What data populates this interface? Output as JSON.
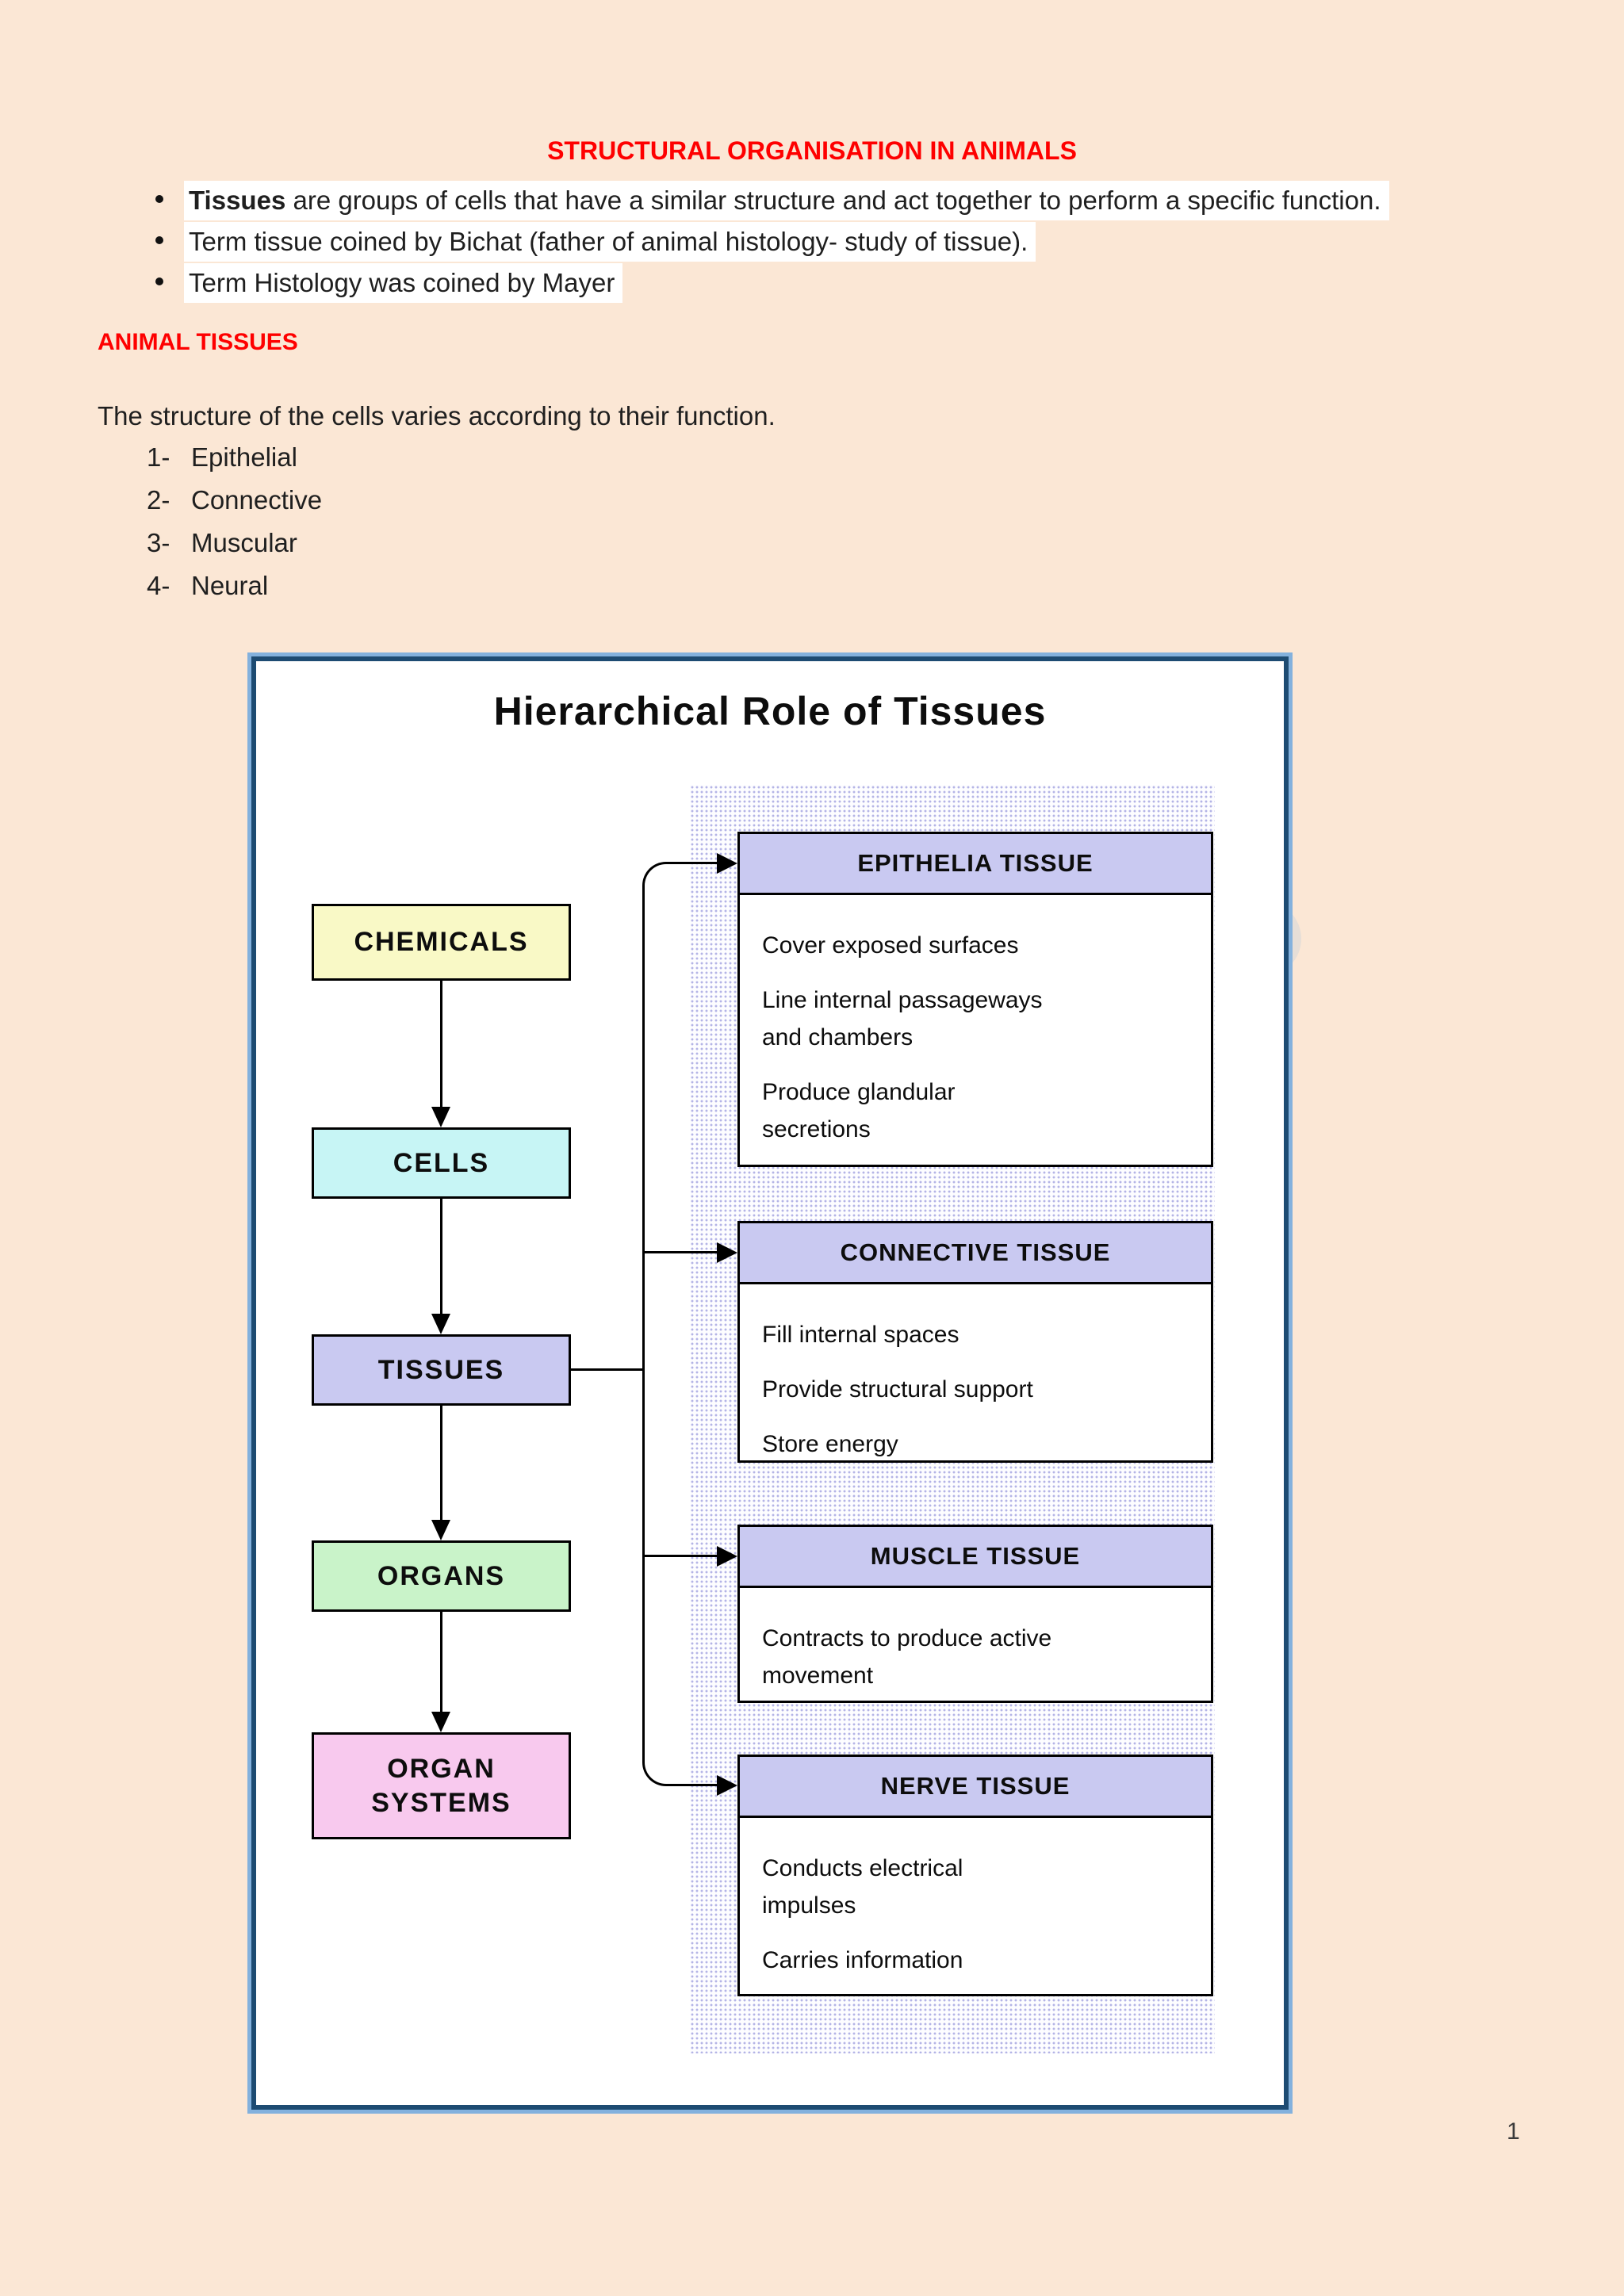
{
  "page": {
    "bg": "#fbe7d5",
    "accent_red": "#fe0000",
    "title": "STRUCTURAL ORGANISATION IN ANIMALS",
    "bullets": [
      {
        "lead": "Tissues",
        "rest": " are groups of cells that have a similar structure and act together to perform a specific function."
      },
      {
        "lead": "",
        "rest": "Term tissue coined by Bichat (father of animal histology- study of tissue)."
      },
      {
        "lead": "",
        "rest": "Term Histology was coined by Mayer"
      }
    ],
    "section_heading": "ANIMAL TISSUES",
    "intro": "The structure of the cells varies according to their function.",
    "tissue_list": [
      {
        "num": "1-",
        "label": "Epithelial"
      },
      {
        "num": "2-",
        "label": "Connective"
      },
      {
        "num": "3-",
        "label": "Muscular"
      },
      {
        "num": "4-",
        "label": "Neural"
      }
    ],
    "page_number": "1"
  },
  "diagram": {
    "title": "Hierarchical Role of Tissues",
    "colors": {
      "header_fill": "#c9c9f1",
      "frame_light": "#83b1dd",
      "frame_dark": "#1d4b72",
      "dot_color": "#b4b4e6"
    },
    "left_chain": [
      {
        "label": "CHEMICALS",
        "fill": "#f9f9c6"
      },
      {
        "label": "CELLS",
        "fill": "#c7f5f5"
      },
      {
        "label": "TISSUES",
        "fill": "#c9c9f1"
      },
      {
        "label": "ORGANS",
        "fill": "#c9f3c9"
      },
      {
        "label": "ORGAN SYSTEMS",
        "fill": "#f8c9ee"
      }
    ],
    "right_boxes": [
      {
        "title": "EPITHELIA TISSUE",
        "lines": [
          "Cover exposed surfaces",
          "Line internal passageways\nand chambers",
          "Produce glandular\nsecretions"
        ]
      },
      {
        "title": "CONNECTIVE TISSUE",
        "lines": [
          "Fill internal spaces",
          "Provide structural support",
          "Store energy"
        ]
      },
      {
        "title": "MUSCLE TISSUE",
        "lines": [
          "Contracts to produce active\nmovement"
        ]
      },
      {
        "title": "NERVE TISSUE",
        "lines": [
          "Conducts electrical\nimpulses",
          "Carries information"
        ]
      }
    ]
  }
}
